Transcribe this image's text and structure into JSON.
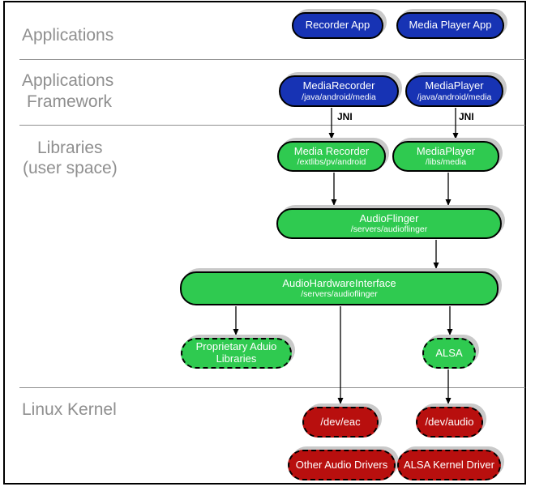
{
  "colors": {
    "app_blue": "#1733b4",
    "lib_green": "#2fca50",
    "kernel_red": "#b80f0e",
    "box_shadow": "#c9c9c9",
    "section_label_gray": "#8f8f8f",
    "divider_gray": "#909090",
    "box_text": "#ffffff"
  },
  "sections": {
    "applications": {
      "label": "Applications"
    },
    "framework": {
      "line1": "Applications",
      "line2": "Framework"
    },
    "libraries": {
      "line1": "Libraries",
      "line2": "(user space)"
    },
    "kernel": {
      "label": "Linux Kernel"
    }
  },
  "nodes": {
    "recorder_app": {
      "label": "Recorder App"
    },
    "media_player_app": {
      "label": "Media Player App"
    },
    "media_recorder_fw": {
      "title": "MediaRecorder",
      "path": "/java/android/media"
    },
    "media_player_fw": {
      "title": "MediaPlayer",
      "path": "/java/android/media"
    },
    "media_recorder_lib": {
      "title": "Media Recorder",
      "path": "/extlibs/pv/android"
    },
    "media_player_lib": {
      "title": "MediaPlayer",
      "path": "/libs/media"
    },
    "audioflinger": {
      "title": "AudioFlinger",
      "path": "/servers/audioflinger"
    },
    "audio_hardware_interface": {
      "title": "AudioHardwareInterface",
      "path": "/servers/audioflinger"
    },
    "proprietary_audio_libraries": {
      "line1": "Proprietary Aduio",
      "line2": "Libraries"
    },
    "alsa": {
      "label": "ALSA"
    },
    "dev_eac": {
      "label": "/dev/eac"
    },
    "dev_audio": {
      "label": "/dev/audio"
    },
    "other_audio_drivers": {
      "label": "Other Audio Drivers"
    },
    "alsa_kernel_driver": {
      "label": "ALSA Kernel Driver"
    }
  },
  "edges": {
    "jni_left": "JNI",
    "jni_right": "JNI"
  }
}
